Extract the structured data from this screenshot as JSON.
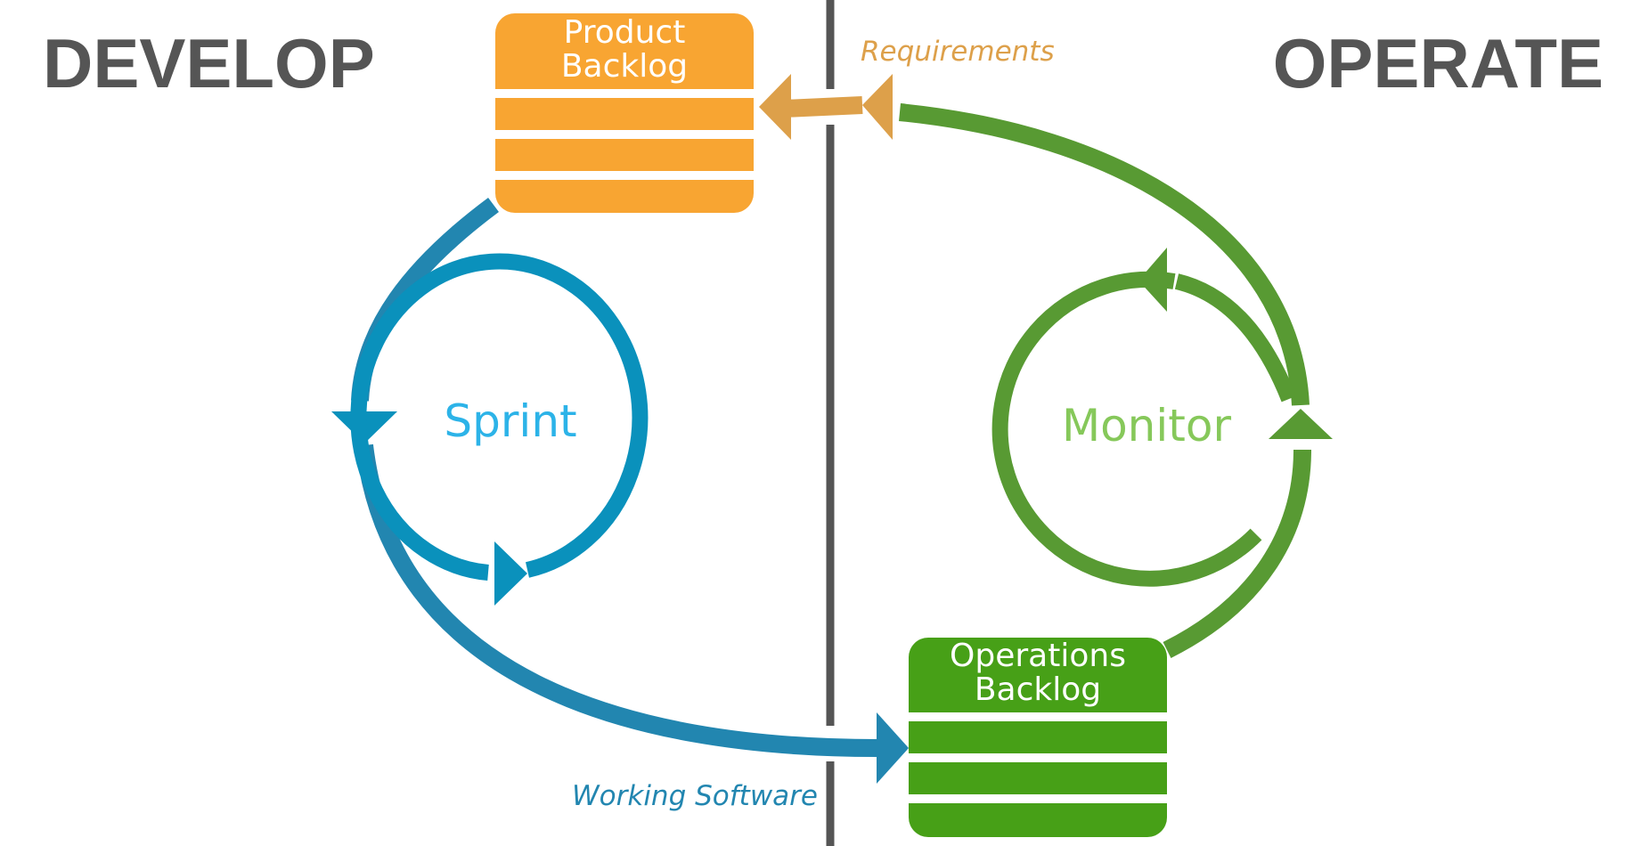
{
  "headings": {
    "left": "DEVELOP",
    "right": "OPERATE"
  },
  "boxes": {
    "product_backlog": {
      "line1": "Product",
      "line2": "Backlog",
      "color": "#F8A532"
    },
    "operations_backlog": {
      "line1": "Operations",
      "line2": "Backlog",
      "color": "#47A017"
    }
  },
  "cycles": {
    "sprint": {
      "label": "Sprint",
      "color": "#0A91BC",
      "label_color": "#2CB3E8"
    },
    "monitor": {
      "label": "Monitor",
      "color": "#589A33",
      "label_color": "#86C85A"
    }
  },
  "flows": {
    "requirements": {
      "label": "Requirements",
      "color": "#DDA04A"
    },
    "working_software": {
      "label": "Working Software",
      "color": "#2286B0"
    }
  },
  "divider": {
    "color": "#555555"
  }
}
